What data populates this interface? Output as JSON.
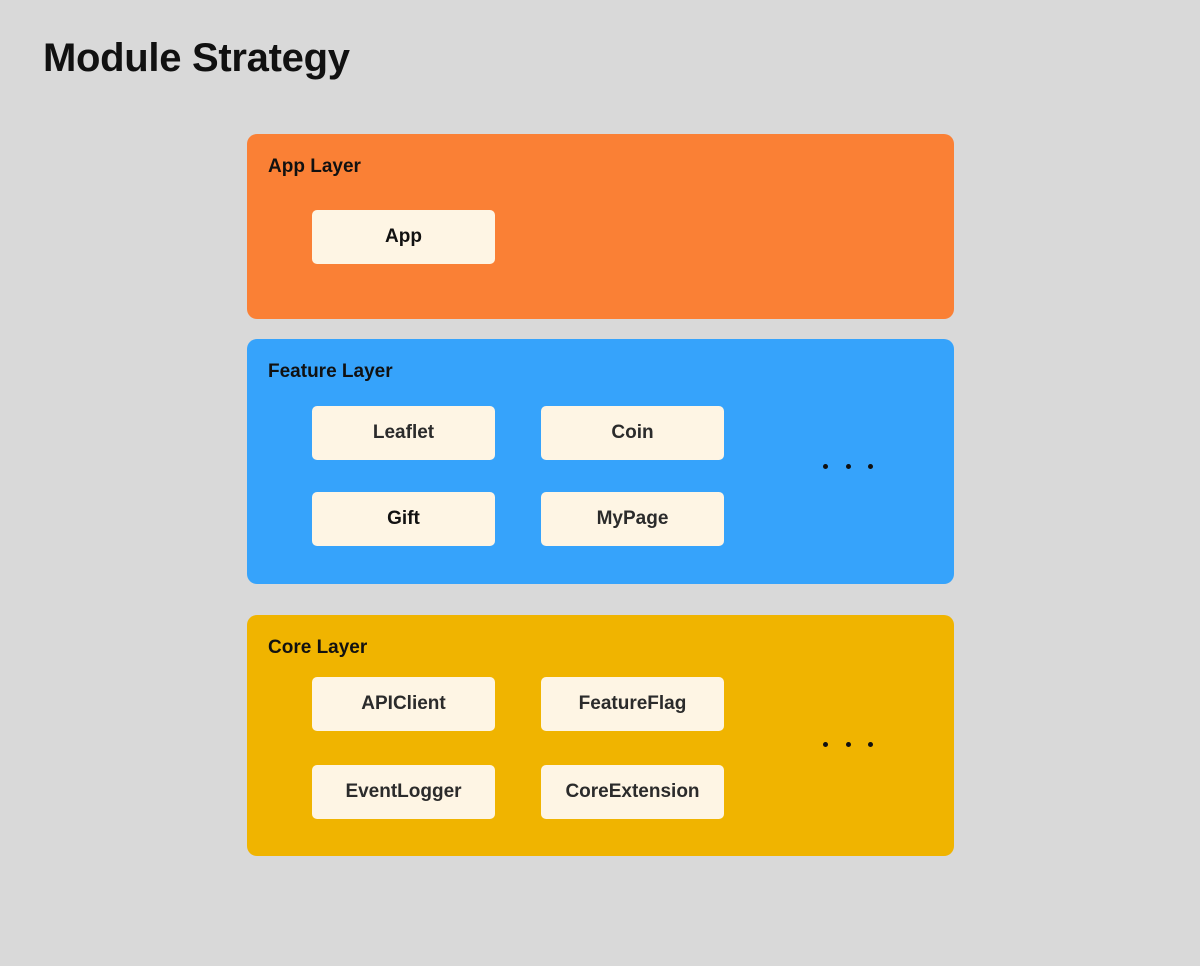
{
  "title": "Module Strategy",
  "colors": {
    "background": "#d9d9d9",
    "app_layer": "#fa8035",
    "feature_layer": "#36a3fb",
    "core_layer": "#f0b400",
    "module_box": "#fef5e4"
  },
  "layers": [
    {
      "name": "App Layer",
      "modules": [
        "App"
      ],
      "has_more": false
    },
    {
      "name": "Feature Layer",
      "modules": [
        "Leaflet",
        "Coin",
        "Gift",
        "MyPage"
      ],
      "has_more": true
    },
    {
      "name": "Core Layer",
      "modules": [
        "APIClient",
        "FeatureFlag",
        "EventLogger",
        "CoreExtension"
      ],
      "has_more": true
    }
  ]
}
